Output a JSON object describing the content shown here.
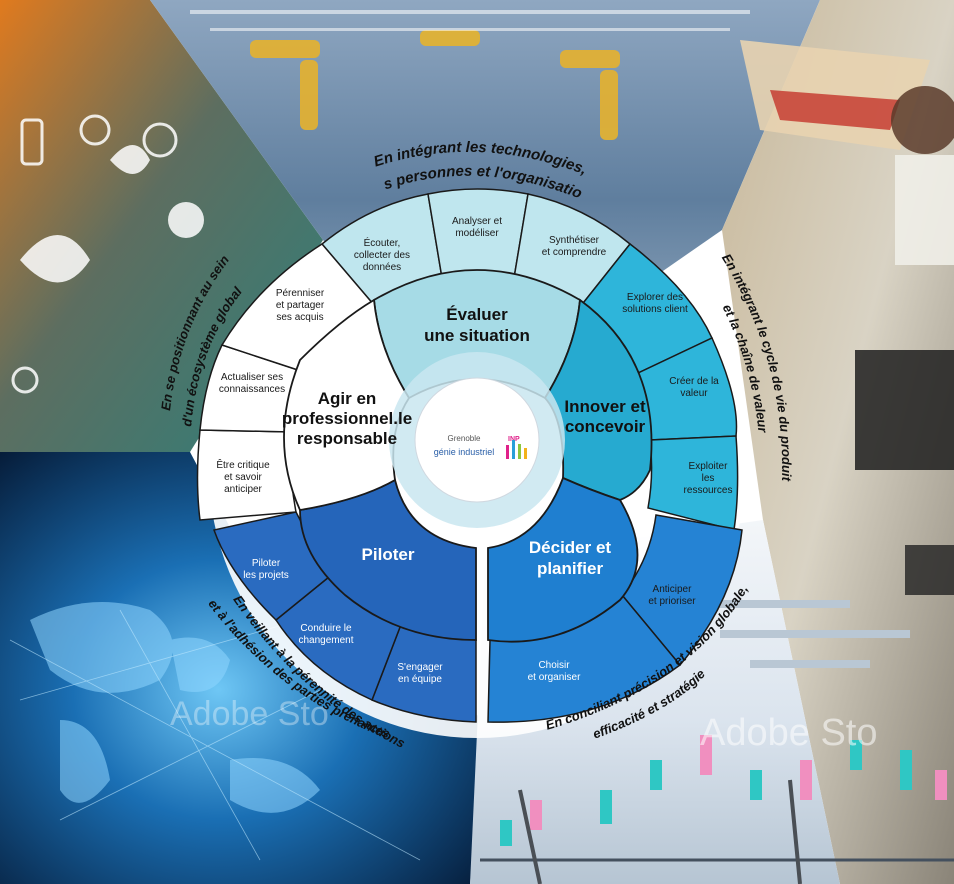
{
  "center": {
    "logo_top": "Grenoble",
    "logo_bottom": "génie industriel",
    "logo_mark": "INP"
  },
  "cores": {
    "evaluer": [
      "Évaluer",
      "une situation"
    ],
    "innover": [
      "Innover et",
      "concevoir"
    ],
    "decider": [
      "Décider et",
      "planifier"
    ],
    "piloter": [
      "Piloter"
    ],
    "agir": [
      "Agir en",
      "professionnel.le",
      "responsable"
    ]
  },
  "petals": {
    "ecouter": [
      "Écouter,",
      "collecter des",
      "données"
    ],
    "analyser": [
      "Analyser et",
      "modéliser"
    ],
    "synthetiser": [
      "Synthétiser",
      "et comprendre"
    ],
    "explorer": [
      "Explorer des",
      "solutions client"
    ],
    "creer": [
      "Créer de la",
      "valeur"
    ],
    "exploiter": [
      "Exploiter",
      "les",
      "ressources"
    ],
    "anticiper": [
      "Anticiper",
      "et prioriser"
    ],
    "choisir": [
      "Choisir",
      "et organiser"
    ],
    "engager": [
      "S'engager",
      "en équipe"
    ],
    "conduire": [
      "Conduire le",
      "changement"
    ],
    "piloter_projets": [
      "Piloter",
      "les projets"
    ],
    "critique": [
      "Être critique",
      "et savoir",
      "anticiper"
    ],
    "actualiser": [
      "Actualiser ses",
      "connaissances"
    ],
    "perenniser": [
      "Pérenniser",
      "et partager",
      "ses acquis"
    ]
  },
  "arcs": {
    "top": [
      "En intégrant les technologies,",
      "les personnes et l'organisation"
    ],
    "right": [
      "En intégrant le cycle de vie du produit",
      "et la chaîne de valeur"
    ],
    "bottom_right": [
      "En conciliant précision et vision globale,",
      "efficacité et stratégie"
    ],
    "bottom_left": [
      "En veillant à la pérennité des actions",
      "et à l'adhésion des parties prenantes"
    ],
    "left": [
      "En se positionnant au sein",
      "d'un écosystème global"
    ]
  },
  "watermarks": [
    "Adobe Sto",
    "Adobe Sto"
  ],
  "colors": {
    "evaluer": "#a6dbe6",
    "evaluer_petal": "#bfe6ee",
    "innover": "#26aad0",
    "innover_petal": "#2eb5da",
    "decider": "#1f7fd0",
    "decider_petal": "#2583d4",
    "piloter": "#2565ba",
    "piloter_petal": "#2a6bc0",
    "agir": "#ffffff",
    "agir_petal": "#ffffff"
  }
}
